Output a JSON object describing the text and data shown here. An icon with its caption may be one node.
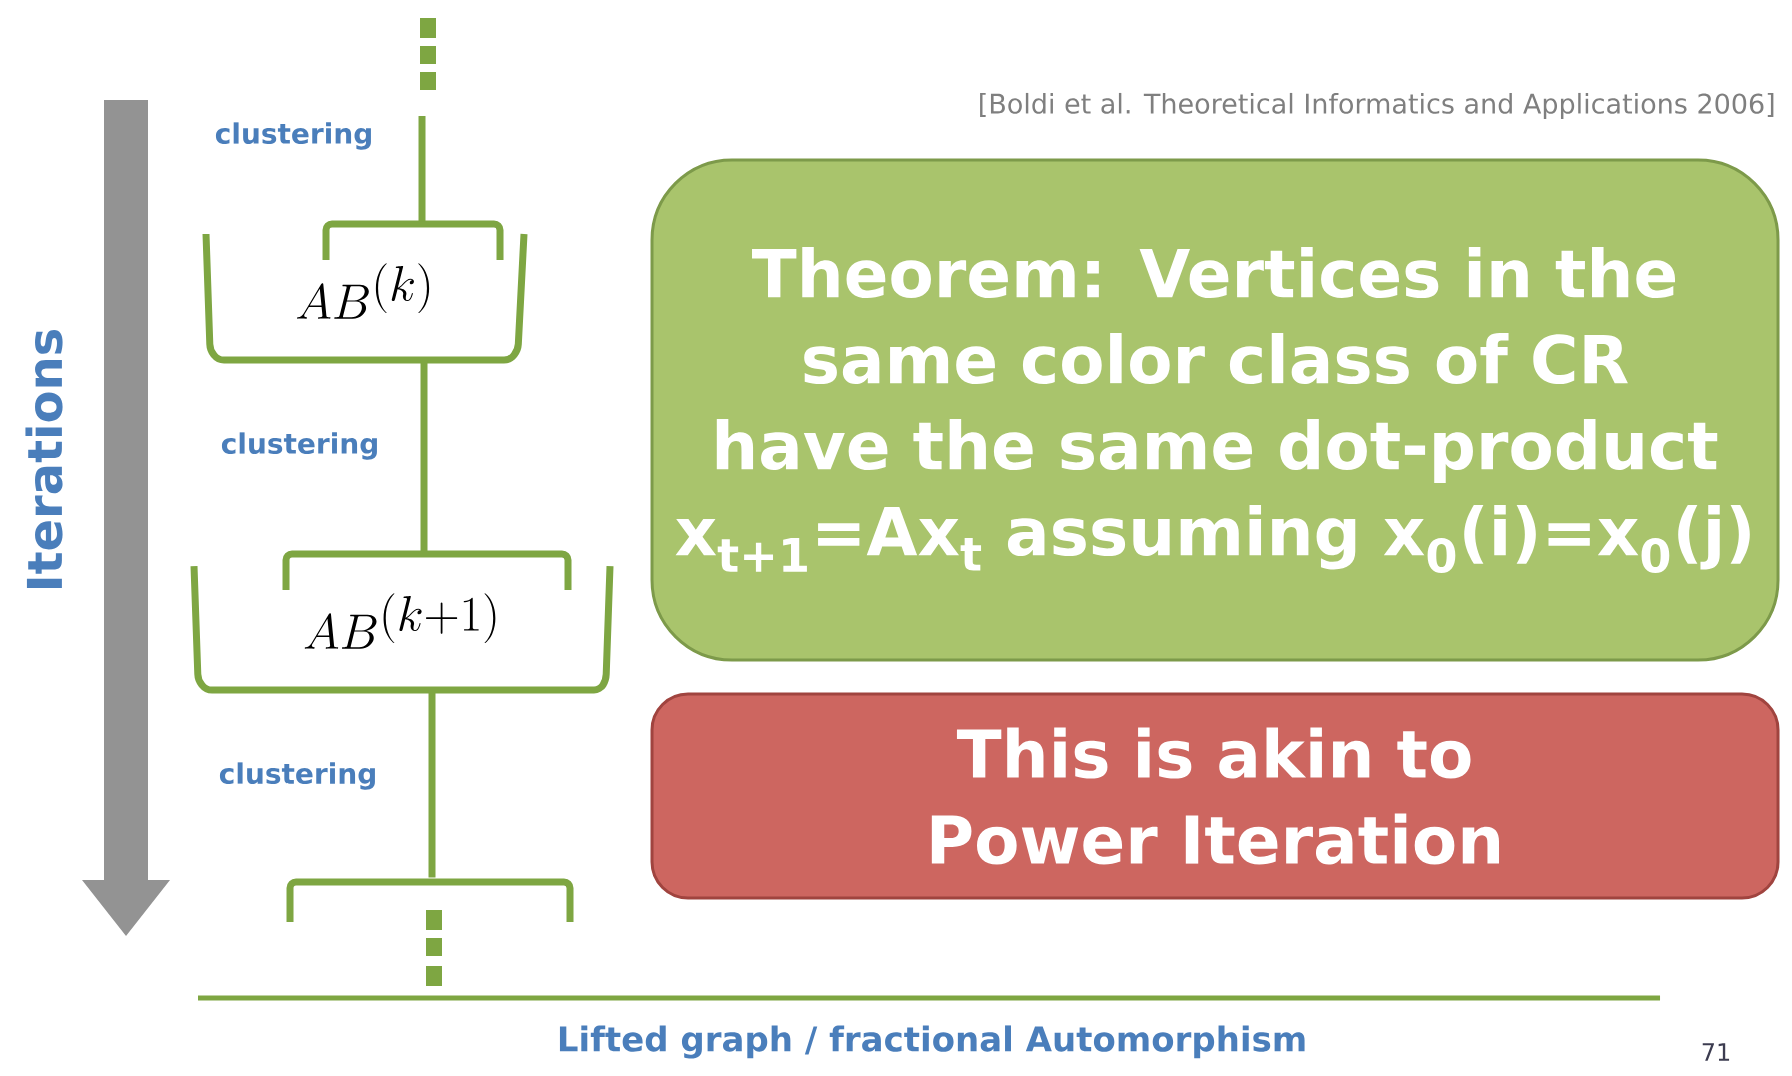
{
  "diagram": {
    "nodes": [
      {
        "text": [
          "AB^{(k)}"
        ]
      },
      {
        "text": [
          "AB^{(k+1)}"
        ]
      },
      {
        "text": [],
        "shape": "bracket"
      },
      {
        "text": [
          "Theorem: Vertices in the same color class of CR have the same dot-product x$_{t+1}$=Ax$_{t}$ assuming x$_{0}$(i)=x$_{0}$(j)"
        ]
      },
      {
        "text": [
          "This is akin to Power Iteration"
        ]
      }
    ],
    "edges": [
      {
        "from": null,
        "to": 0,
        "arrow": "none",
        "label": "clustering"
      },
      {
        "from": 0,
        "to": 1,
        "arrow": "none",
        "label": "clustering"
      },
      {
        "from": 1,
        "to": 2,
        "arrow": "none",
        "label": "clustering"
      }
    ],
    "labels": [
      "[Boldi et al. Theoretical Informatics and Applications 2006]",
      "Iterations",
      "Lifted graph / fractional Automorphism",
      "71"
    ]
  }
}
